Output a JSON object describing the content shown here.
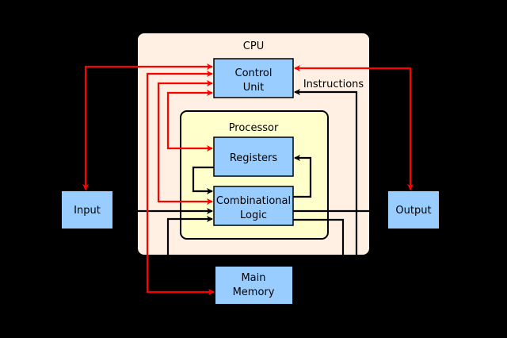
{
  "labels": {
    "cpu": "CPU",
    "control_unit_1": "Control",
    "control_unit_2": "Unit",
    "instructions": "Instructions",
    "processor": "Processor",
    "registers": "Registers",
    "combinational_1": "Combinational",
    "combinational_2": "Logic",
    "input": "Input",
    "output": "Output",
    "main_memory_1": "Main",
    "main_memory_2": "Memory"
  },
  "colors": {
    "background": "#000000",
    "cpu_fill": "#fff0e3",
    "processor_fill": "#ffffcc",
    "unit_fill": "#99ccff",
    "control_line": "#ff0000",
    "data_line": "#000000"
  }
}
